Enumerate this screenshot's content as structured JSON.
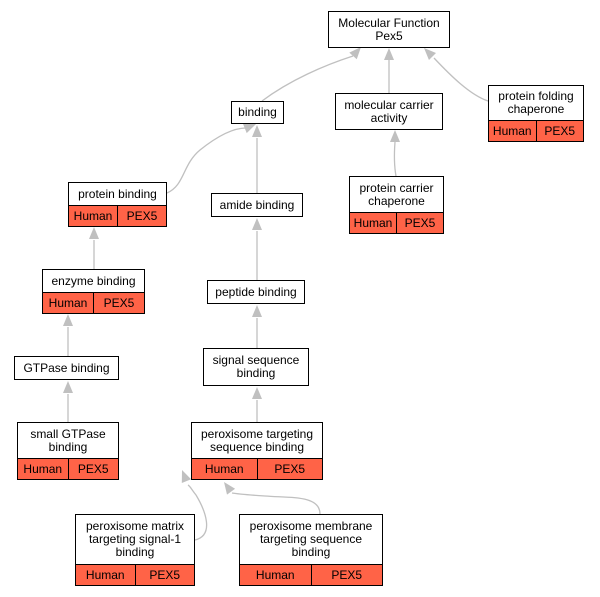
{
  "colors": {
    "annotation_fill": "#ff6347",
    "edge": "#c0c0c0",
    "border": "#000000"
  },
  "nodes": {
    "molecular_function": {
      "title": "Molecular Function\nPex5"
    },
    "binding": {
      "title": "binding"
    },
    "molecular_carrier_activity": {
      "title": "molecular carrier\nactivity"
    },
    "protein_folding_chaperone": {
      "title": "protein folding\nchaperone",
      "species": "Human",
      "gene": "PEX5"
    },
    "protein_binding": {
      "title": "protein binding",
      "species": "Human",
      "gene": "PEX5"
    },
    "amide_binding": {
      "title": "amide binding"
    },
    "protein_carrier_chaperone": {
      "title": "protein carrier\nchaperone",
      "species": "Human",
      "gene": "PEX5"
    },
    "enzyme_binding": {
      "title": "enzyme binding",
      "species": "Human",
      "gene": "PEX5"
    },
    "peptide_binding": {
      "title": "peptide binding"
    },
    "gtpase_binding": {
      "title": "GTPase binding"
    },
    "signal_sequence_binding": {
      "title": "signal sequence\nbinding"
    },
    "small_gtpase_binding": {
      "title": "small GTPase\nbinding",
      "species": "Human",
      "gene": "PEX5"
    },
    "peroxisome_targeting_sequence_binding": {
      "title": "peroxisome targeting\nsequence binding",
      "species": "Human",
      "gene": "PEX5"
    },
    "peroxisome_matrix_targeting_signal_1_binding": {
      "title": "peroxisome matrix\ntargeting signal-1\nbinding",
      "species": "Human",
      "gene": "PEX5"
    },
    "peroxisome_membrane_targeting_sequence_binding": {
      "title": "peroxisome membrane\ntargeting sequence\nbinding",
      "species": "Human",
      "gene": "PEX5"
    }
  },
  "edges": [
    {
      "from": "binding",
      "to": "molecular_function"
    },
    {
      "from": "molecular_carrier_activity",
      "to": "molecular_function"
    },
    {
      "from": "protein_folding_chaperone",
      "to": "molecular_function"
    },
    {
      "from": "protein_binding",
      "to": "binding"
    },
    {
      "from": "amide_binding",
      "to": "binding"
    },
    {
      "from": "protein_carrier_chaperone",
      "to": "molecular_carrier_activity"
    },
    {
      "from": "enzyme_binding",
      "to": "protein_binding"
    },
    {
      "from": "peptide_binding",
      "to": "amide_binding"
    },
    {
      "from": "gtpase_binding",
      "to": "enzyme_binding"
    },
    {
      "from": "signal_sequence_binding",
      "to": "peptide_binding"
    },
    {
      "from": "small_gtpase_binding",
      "to": "gtpase_binding"
    },
    {
      "from": "peroxisome_targeting_sequence_binding",
      "to": "signal_sequence_binding"
    },
    {
      "from": "peroxisome_matrix_targeting_signal_1_binding",
      "to": "peroxisome_targeting_sequence_binding"
    },
    {
      "from": "peroxisome_membrane_targeting_sequence_binding",
      "to": "peroxisome_targeting_sequence_binding"
    }
  ]
}
